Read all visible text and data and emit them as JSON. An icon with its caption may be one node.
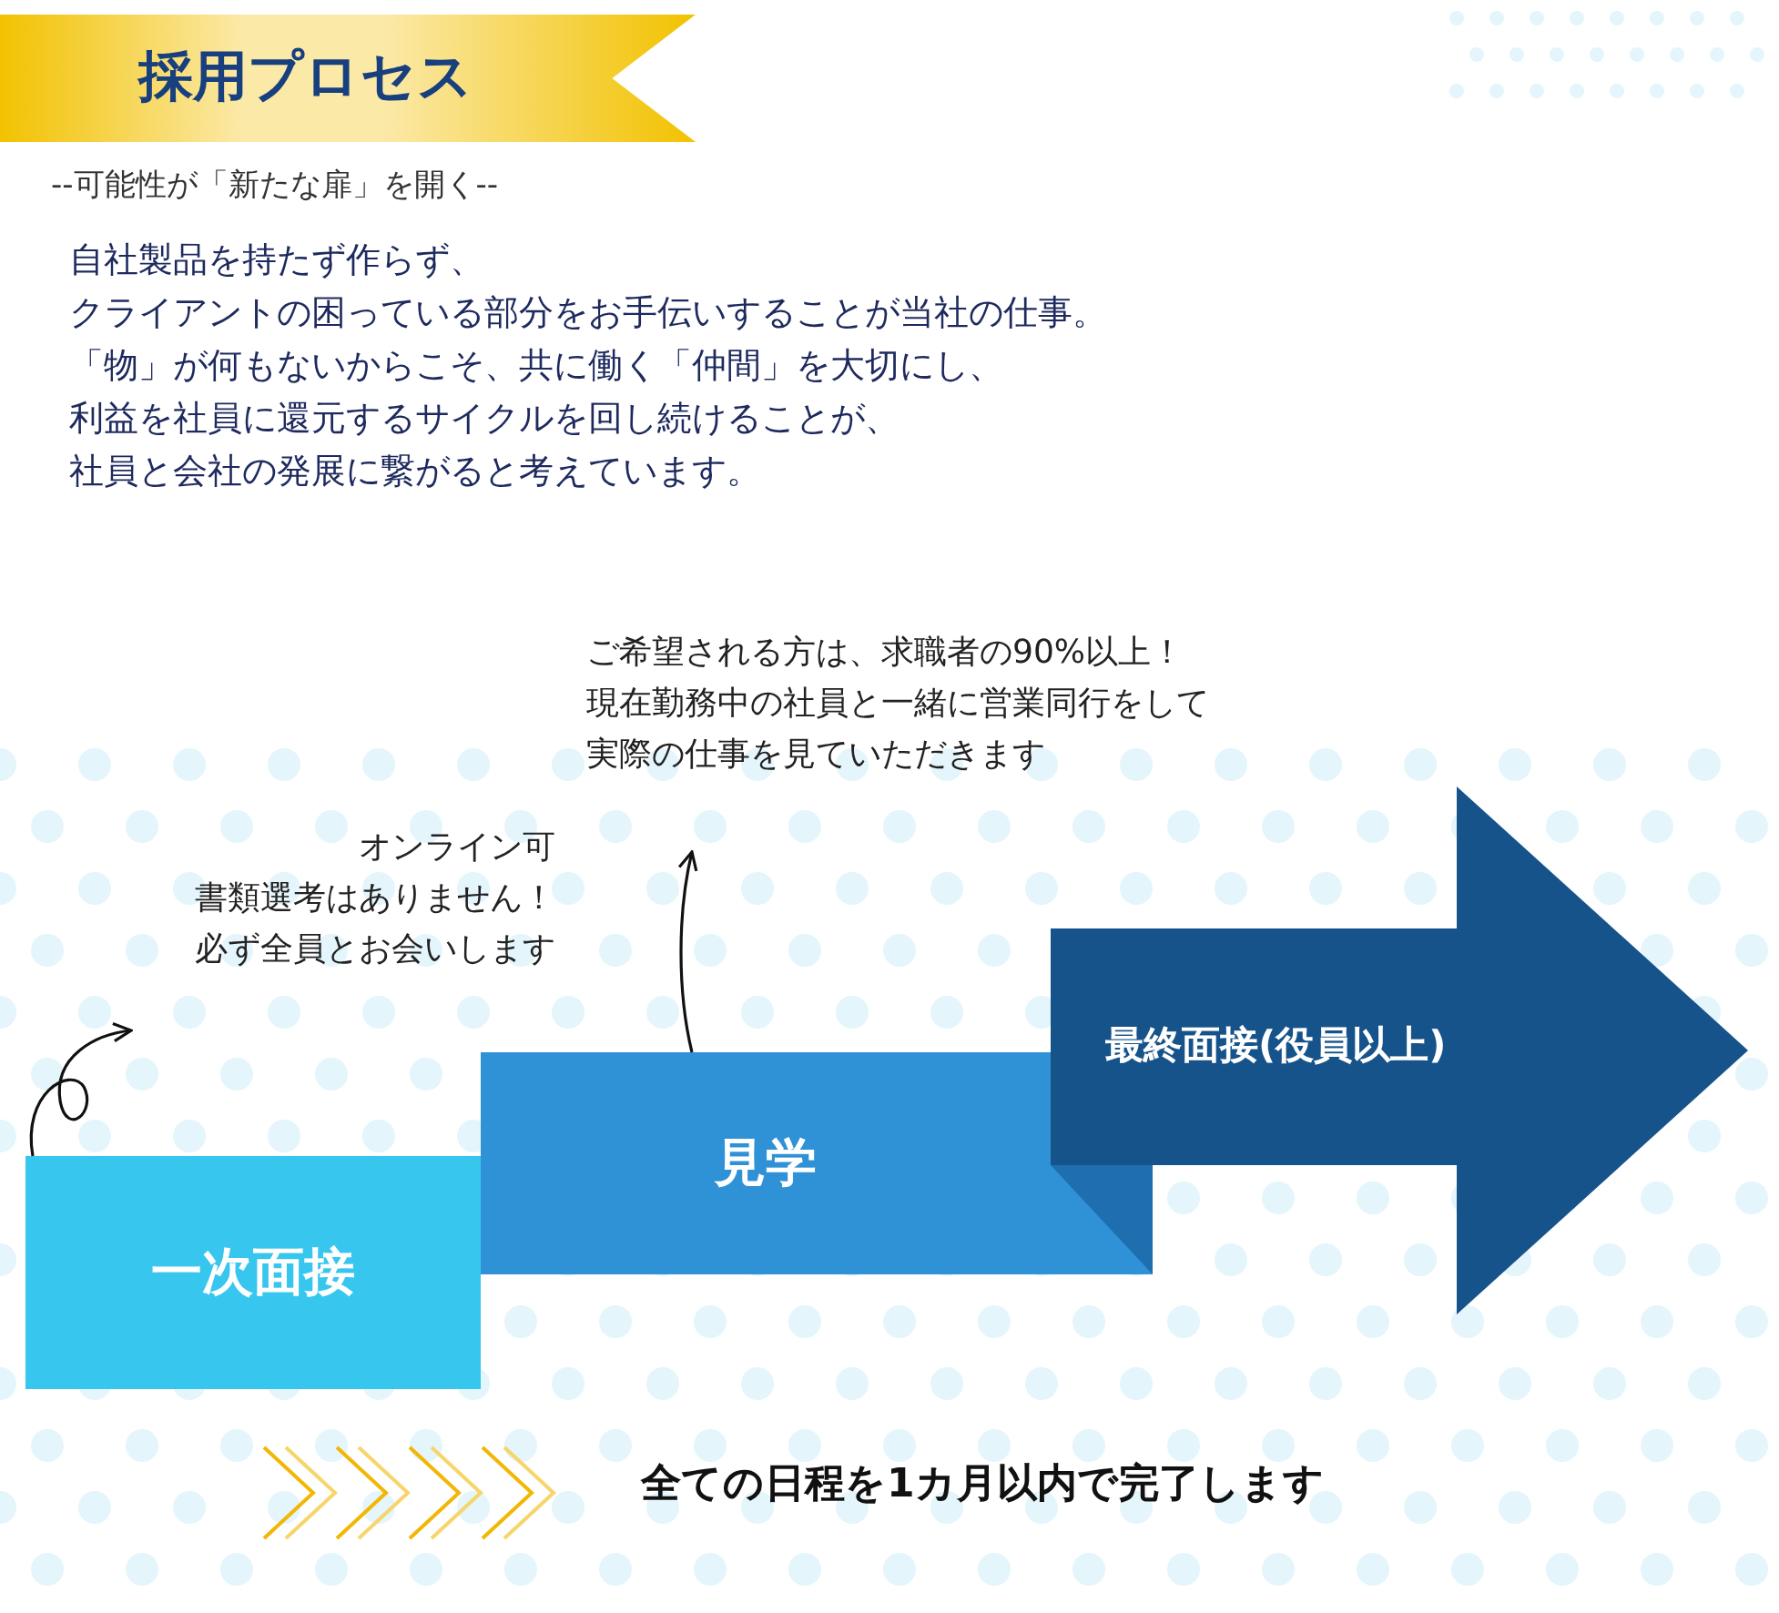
{
  "diagram": {
    "title": "採用プロセス",
    "nodes": [
      {
        "text": [
          "一次面接"
        ]
      },
      {
        "text": [
          "見学"
        ]
      },
      {
        "text": [
          "最終面接(役員以上)"
        ]
      },
      {
        "text": [
          "オンライン可",
          "書類選考はありません！",
          "必ず全員とお会いします"
        ]
      },
      {
        "text": [
          "ご希望される方は、求職者の90%以上！",
          "現在勤務中の社員と一緒に営業同行をして",
          "実際の仕事を見ていただきます"
        ]
      }
    ],
    "edges": [
      {
        "from": 0,
        "to": 3,
        "arrow": "to"
      },
      {
        "from": 1,
        "to": 4,
        "arrow": "to"
      }
    ],
    "labels": [
      "--可能性が「新たな扉」を開く--",
      "自社製品を持たず作らず、",
      "クライアントの困っている部分をお手伝いすることが当社の仕事。",
      "「物」が何もないからこそ、共に働く「仲間」を大切にし、",
      "利益を社員に還元するサイクルを回し続けることが、",
      "社員と会社の発展に繋がると考えています。",
      "全ての日程を1カ月以内で完了します"
    ]
  }
}
